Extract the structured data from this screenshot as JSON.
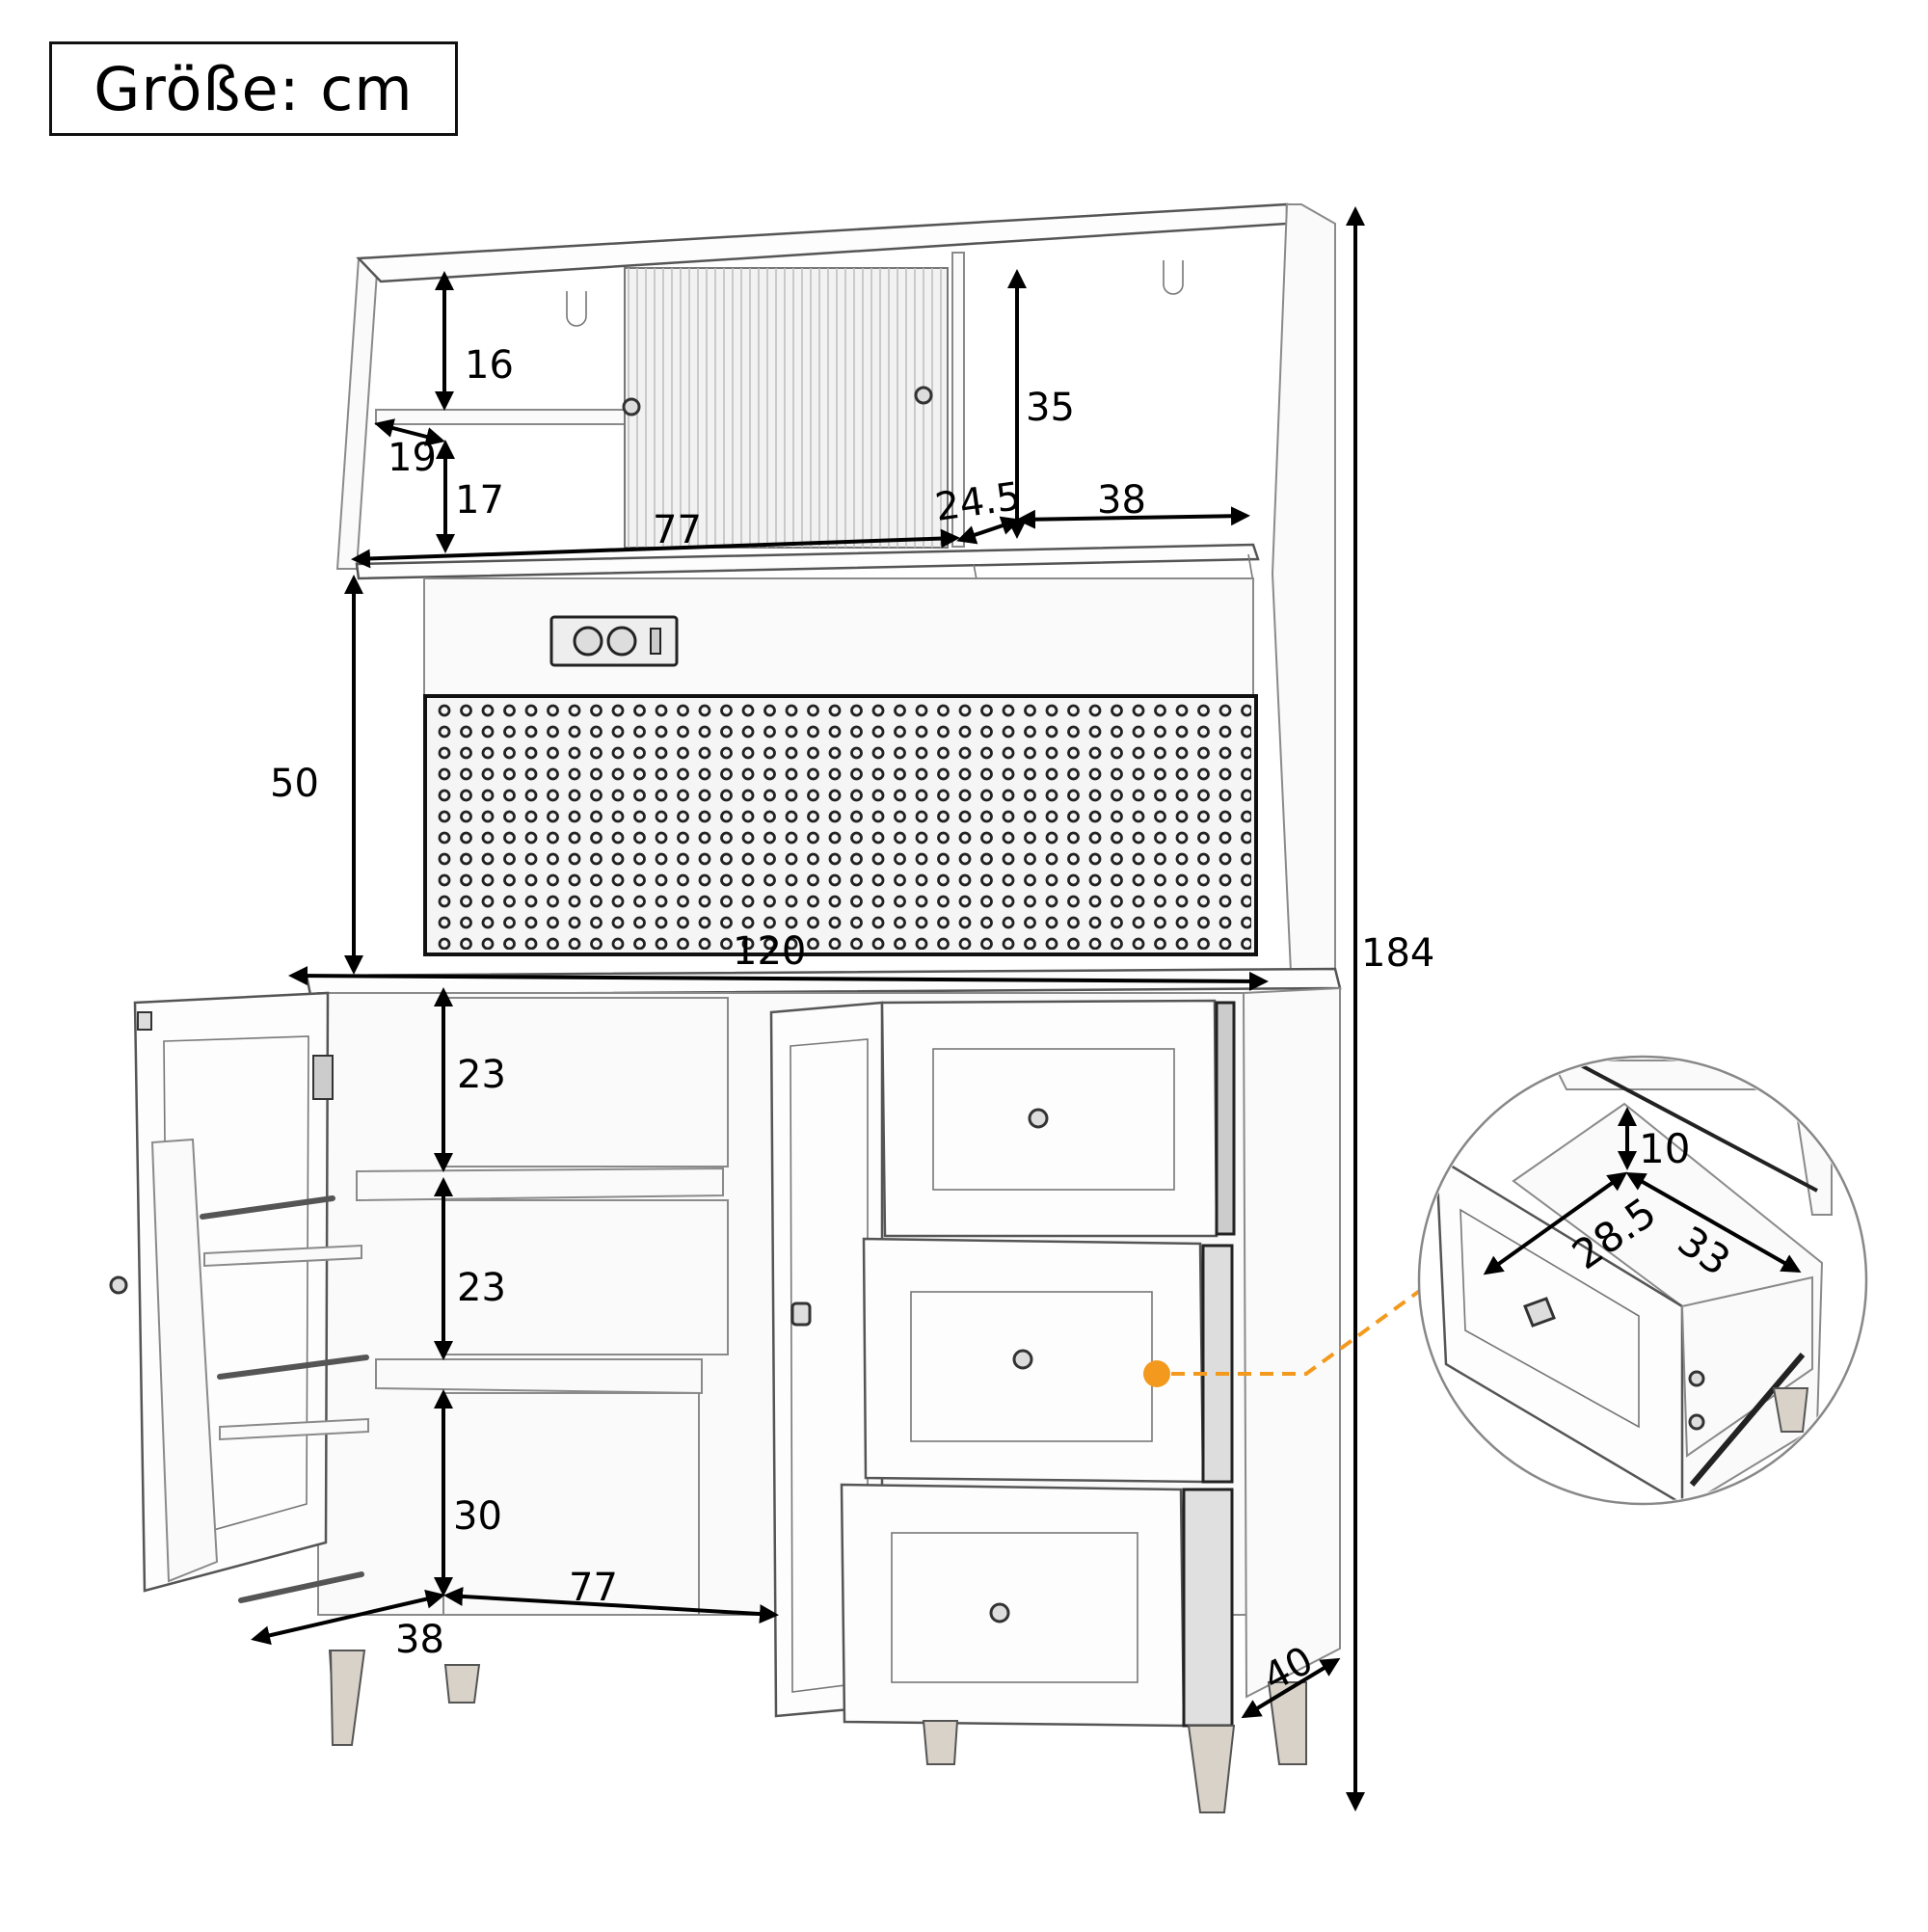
{
  "header": {
    "size_label": "Größe: cm"
  },
  "hutch": {
    "left_upper_shelf_height": "16",
    "left_shelf_depth": "19",
    "left_lower_shelf_height": "17",
    "glass_door_width": "77",
    "right_compartment_depth": "24.5",
    "right_compartment_height": "35",
    "right_compartment_width": "38",
    "workspace_height": "50",
    "total_width": "120",
    "total_height": "184"
  },
  "base_cabinet": {
    "top_shelf_height": "23",
    "middle_shelf_height": "23",
    "bottom_shelf_height": "30",
    "interior_width": "77",
    "interior_depth": "38",
    "cabinet_depth": "40"
  },
  "drawer_detail": {
    "drawer_height": "10",
    "drawer_depth": "28.5",
    "drawer_width": "33"
  },
  "colors": {
    "accent": "#f39a1e",
    "line": "#000000",
    "sketch": "#555555"
  },
  "features": {
    "socket_count": 2,
    "usb_ports": 2,
    "drawer_count": 3,
    "door_count": 2
  }
}
